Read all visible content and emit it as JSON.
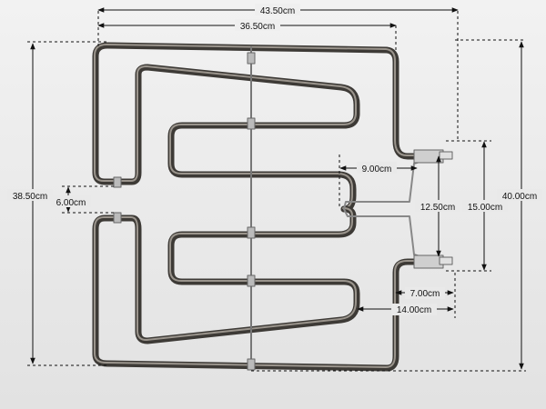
{
  "diagram": {
    "dimensions": {
      "overall_width": "43.50cm",
      "inner_width": "36.50cm",
      "left_height": "38.50cm",
      "right_height": "40.00cm",
      "center_gap": "6.00cm",
      "terminal_offset": "9.00cm",
      "terminal_spacing_inner": "12.50cm",
      "terminal_spacing_outer": "15.00cm",
      "bracket_short": "7.00cm",
      "bracket_long": "14.00cm"
    },
    "colors": {
      "background": "#ececec",
      "element_tube": "#3d3a36",
      "element_highlight": "#9a948c",
      "dimension_line": "#111111"
    }
  }
}
